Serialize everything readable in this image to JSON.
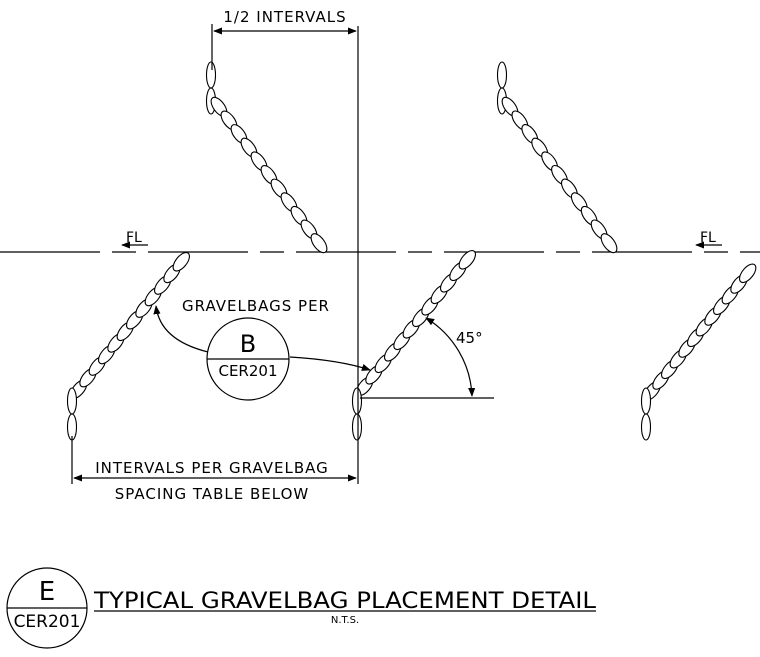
{
  "dimensions": {
    "half_interval": "1/2  INTERVALS",
    "intervals_line1": "INTERVALS  PER  GRAVELBAG",
    "intervals_line2": "SPACING  TABLE  BELOW"
  },
  "callout": {
    "text": "GRAVELBAGS  PER",
    "bubble_letter": "B",
    "bubble_sheet": "CER201"
  },
  "angle": {
    "value": "45°"
  },
  "flowline": {
    "label_left": "FL",
    "label_right": "FL"
  },
  "title": {
    "bubble_letter": "E",
    "bubble_sheet": "CER201",
    "text": "TYPICAL GRAVELBAG PLACEMENT DETAIL",
    "scale_note": "N.T.S."
  }
}
